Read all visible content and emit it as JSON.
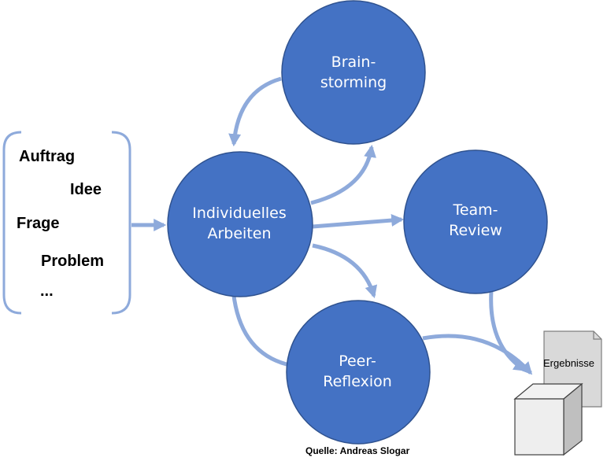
{
  "colors": {
    "circle_fill": "#4472c4",
    "circle_stroke": "#2f528f",
    "arrow": "#8eaadb",
    "bracket": "#8eaadb"
  },
  "inputs": {
    "items": [
      "Auftrag",
      "Idee",
      "Frage",
      "Problem",
      "..."
    ]
  },
  "nodes": {
    "brainstorming": {
      "line1": "Brain-",
      "line2": "storming"
    },
    "individuell": {
      "line1": "Individuelles",
      "line2": "Arbeiten"
    },
    "team_review": {
      "line1": "Team-",
      "line2": "Review"
    },
    "peer_reflexion": {
      "line1": "Peer-",
      "line2": "Reflexion"
    }
  },
  "output": {
    "label": "Ergebnisse",
    "icon": "document-icon",
    "box_icon": "cube-icon"
  },
  "source": "Quelle: Andreas Slogar"
}
